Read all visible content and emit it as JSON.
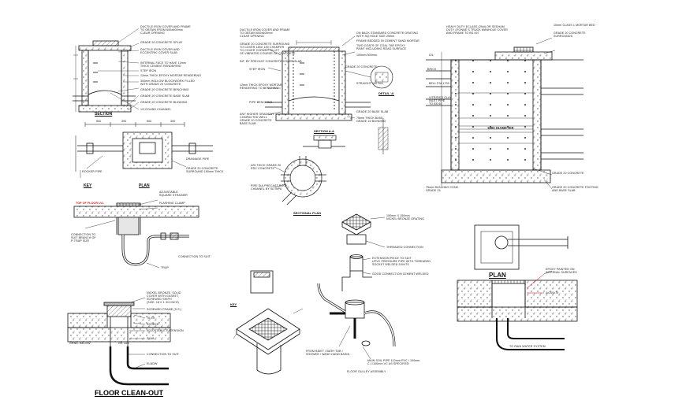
{
  "title": "FLOOR CLEAN-OUT",
  "manhole_section": {
    "heading": "SECTION",
    "notes": [
      "DUCTILE IRON COVER AND FRAME",
      "TO OBTAIN FROM 600x600mm",
      "CLEAR OPENING",
      "GRADE 20 CONCRETE SPLAY",
      "DUCTILE IRON COVER AND",
      "ECCENTRIC COVER SLAB",
      "INTERNAL FACE TO HAVE 12mm",
      "THICK CEMENT RENDERING",
      "STEP IRON",
      "12mm THICK EPOXY MORTAR RENDERING",
      "300mm HOLLOW BLOCKWORK FILLED",
      "WITH GRADE 20 CONCRETE",
      "GRADE 20 CONCRETE BENCHING",
      "GRADE 20 CONCRETE BASE SLAB",
      "GRADE 20 CONCRETE BLINDING",
      "1/2 ROUND CHANNEL"
    ]
  },
  "manhole_plan": {
    "heading": "PLAN",
    "dims": [
      "600",
      "300",
      "600",
      "300"
    ],
    "notes": [
      "DRAINAGE PIPE",
      "GRADE 20 CONCRETE",
      "SURROUND 150mm THICK",
      "ROCKER PIPE"
    ],
    "key": "KEY"
  },
  "center_manhole": {
    "notes_left": [
      "DUCTILE IRON COVER AND FRAME",
      "TO OBTAIN 600x600mm",
      "CLEAR OPENING",
      "GRADE 20 CONCRETE SURROUND",
      "TO COVER 150X 150 CHAMFER",
      "TO COVER CORNER FILLET",
      "OF VIBRATED COURSE OF CONCRETE",
      "INT. BY PRECAST CONCRETE COVER SLAB",
      "STEP IRON",
      "12mm THICK EPOXY MORTAR",
      "RENDERING TO BENCHING",
      "PIPE BENCHING",
      "ANY HIGHER GRADIENT",
      "COMPACTED WELL",
      "GRADE 20 CONCRETE",
      "BASE SLAB"
    ],
    "notes_right": [
      "ON BACK STANDARD CONCRETE GRATING",
      "WITH SQ.HOLE SIZE 25mm",
      "FRAME BEDDED IN CEMENT SAND MORTAR",
      "TWO COATS OF COAL TAR EPOXY",
      "PAINT INCLUDING ROAD SURFACE",
      "100mm/300mm",
      "GRADE 20 CONCRETE",
      "STRAIGHT 150 DIA",
      "GRADE 20 BASE SLAB",
      "75mm THICK BASE",
      "GRADE 15 BLINDING"
    ],
    "detail_label": "DETAIL 'A'",
    "section_label": "SECTION A-A",
    "plan_label": "SECTIONAL PLAN",
    "plan_notes": [
      "225 THICK GRADE 20",
      "RSC CONCRETE",
      "PIPE DIA.PRECAST ROCK",
      "CHANNEL BY SD WPA"
    ]
  },
  "right_manhole": {
    "notes_top": [
      "HEAVY DUTY ECLASS (2Nd) OR SEDHAM",
      "DUTY 4TONNE S TRUCK MANHOLE COVER",
      "AND FRAME TO BS 497",
      "10mm CLASS 1 MORTAR BED",
      "GRADE 20 CONCRETE",
      "SURROUNDS"
    ],
    "left_labels": [
      "G/L",
      "BRICK",
      "BELL P.M.1700",
      "VITRIFIED CLAY",
      "INLET PIPE",
      "TO BS 65"
    ],
    "diameter": "1800 DIAMETER",
    "notes_bottom": [
      "75mm BLINDING CONC.",
      "GRADE 15",
      "GRADE 20 CONCRETE FOOTING",
      "AND BASE SLAB",
      "GRADE 20 CONCRETE"
    ]
  },
  "floor_trap": {
    "floor_label": "TOP OF FLOOR LVL",
    "notes": [
      "ADJUSTABLE",
      "SQUARE STRAINER",
      "FLASHING CLAMP",
      "CONNECTION TO",
      "SUIT BRANCH OF",
      "P-TRAP SIZE",
      "TRAP",
      "CONNECTION TO SUIT"
    ]
  },
  "clean_out_section": {
    "notes": [
      "NICKEL BRONZE, SOLID",
      "COVER WITH GASKET,",
      "SCREWED SHIPH",
      "(SIZE: 18 X 1 3/4 INCH)",
      "SCREWED FRAME (S.S.)",
      "TILES",
      "SCREED",
      "ADJUSTABLE EXTENSION",
      "SLAB",
      "CONNECTION TO SUIT",
      "ELBOW"
    ],
    "ground_labels": [
      "GRND. BELOW",
      "OR LAB"
    ]
  },
  "gully_assembly": {
    "key": "KEY",
    "notes": [
      "150mm X 150mm",
      "NICKEL BRONZE GRATING",
      "THREADED CONNECTION",
      "EXTENSION PIECE TO SUIT",
      "UPVC PRESSURE PIPE WITH THREADED",
      "SOCKET WELDED JOINTS",
      "GOOD CONNECTION CEMENT WELDED",
      "FROM BIDET / BATH TUB /",
      "SHOWER / WASH HAND BASIN",
      "MAIN SOIL PIPE 110mm PVC / 100mm",
      "C.I./100mm VC AS SPECIFIED",
      "FLOOR GULLEY ASSEMBLY"
    ]
  },
  "right_plan": {
    "heading": "PLAN",
    "notes": [
      "EPOXY PAINTED ON",
      "INTERNAL SURFACES",
      "4x100x75",
      "TO RAIN WATER SYSTEM"
    ]
  }
}
